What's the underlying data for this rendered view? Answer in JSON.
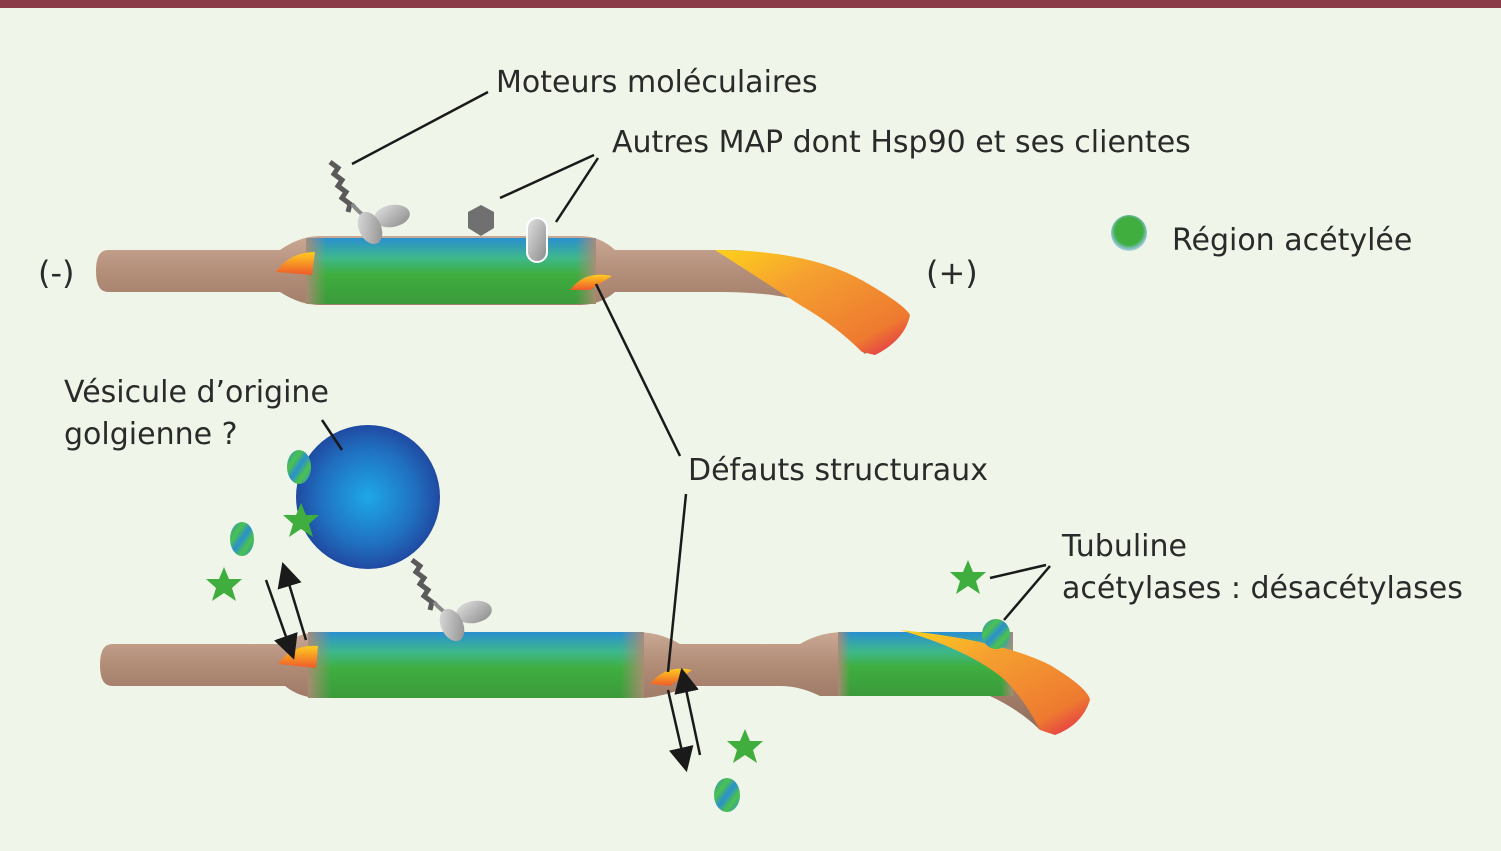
{
  "labels": {
    "moteurs": "Moteurs moléculaires",
    "autres_map": "Autres MAP dont Hsp90 et ses clientes",
    "region_acetylee": "Région acétylée",
    "pole_minus": "(-)",
    "pole_plus": "(+)",
    "vesicule_line1": "Vésicule d’origine",
    "vesicule_line2": "golgienne ?",
    "defauts": "Défauts structuraux",
    "tubuline_line1": "Tubuline",
    "tubuline_line2": "acétylases : désacétylases"
  },
  "colors": {
    "top_bar": "#8b3a48",
    "background": "#eff5e8",
    "microtubule": "#b08b76",
    "acetyl_green": "#3fae3f",
    "acetyl_blue": "#1e88c8",
    "plus_end_orange": "#f08a30",
    "plus_end_red": "#e0234e",
    "vesicle_blue": "#1f5fb0",
    "motor_gray": "#b4b4b4"
  },
  "icons": [
    "motor-protein-icon",
    "hsp90-hexagon-icon",
    "map-capsule-icon",
    "acetylase-star-icon",
    "deacetylase-oval-icon",
    "vesicle-icon",
    "exchange-arrows-icon"
  ]
}
